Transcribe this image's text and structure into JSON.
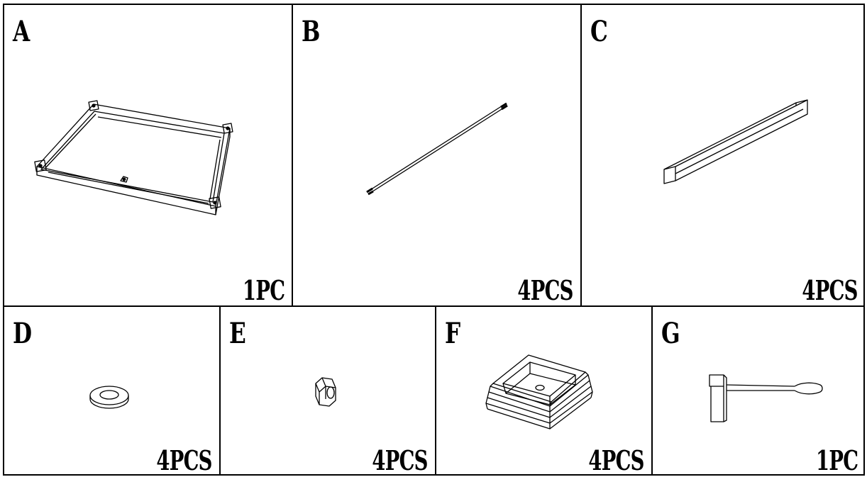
{
  "parts": [
    {
      "letter": "A",
      "quantity": "1PC"
    },
    {
      "letter": "B",
      "quantity": "4PCS"
    },
    {
      "letter": "C",
      "quantity": "4PCS"
    },
    {
      "letter": "D",
      "quantity": "4PCS"
    },
    {
      "letter": "E",
      "quantity": "4PCS"
    },
    {
      "letter": "F",
      "quantity": "4PCS"
    },
    {
      "letter": "G",
      "quantity": "1PC"
    }
  ]
}
